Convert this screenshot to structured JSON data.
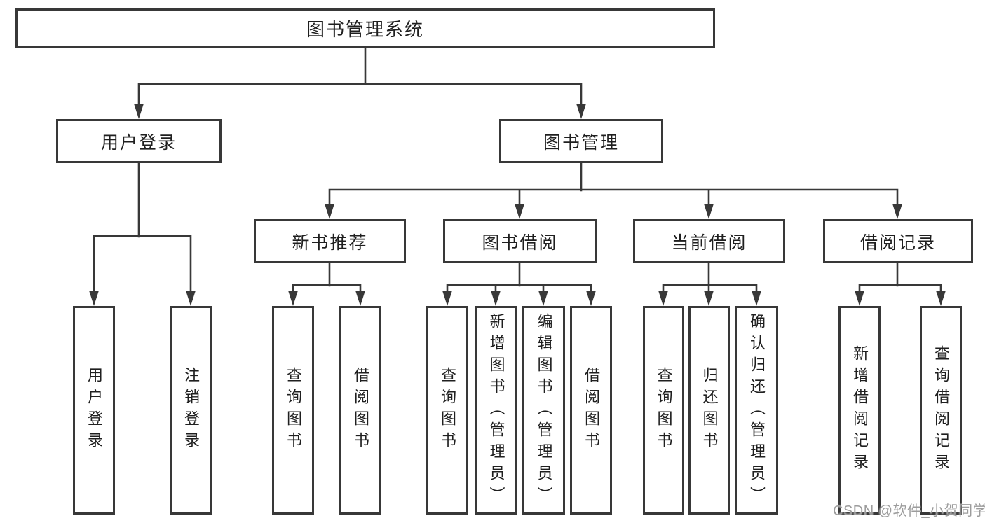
{
  "diagram": {
    "root": {
      "label": "图书管理系统"
    },
    "branches": [
      {
        "label": "用户登录",
        "children": [
          {
            "label": "用户登录"
          },
          {
            "label": "注销登录"
          }
        ]
      },
      {
        "label": "图书管理",
        "children": [
          {
            "label": "新书推荐",
            "children": [
              {
                "label": "查询图书"
              },
              {
                "label": "借阅图书"
              }
            ]
          },
          {
            "label": "图书借阅",
            "children": [
              {
                "label": "查询图书"
              },
              {
                "label": "新增图书（管理员）"
              },
              {
                "label": "编辑图书（管理员）"
              },
              {
                "label": "借阅图书"
              }
            ]
          },
          {
            "label": "当前借阅",
            "children": [
              {
                "label": "查询图书"
              },
              {
                "label": "归还图书"
              },
              {
                "label": "确认归还（管理员）"
              }
            ]
          },
          {
            "label": "借阅记录",
            "children": [
              {
                "label": "新增借阅记录"
              },
              {
                "label": "查询借阅记录"
              }
            ]
          }
        ]
      }
    ]
  },
  "watermark": {
    "text": "CSDN @软件_小贺同学"
  },
  "colors": {
    "line": "#383838",
    "box_border": "#383838",
    "text": "#1f1f1f",
    "background": "#ffffff",
    "watermark_text": "#9c9c9c"
  }
}
